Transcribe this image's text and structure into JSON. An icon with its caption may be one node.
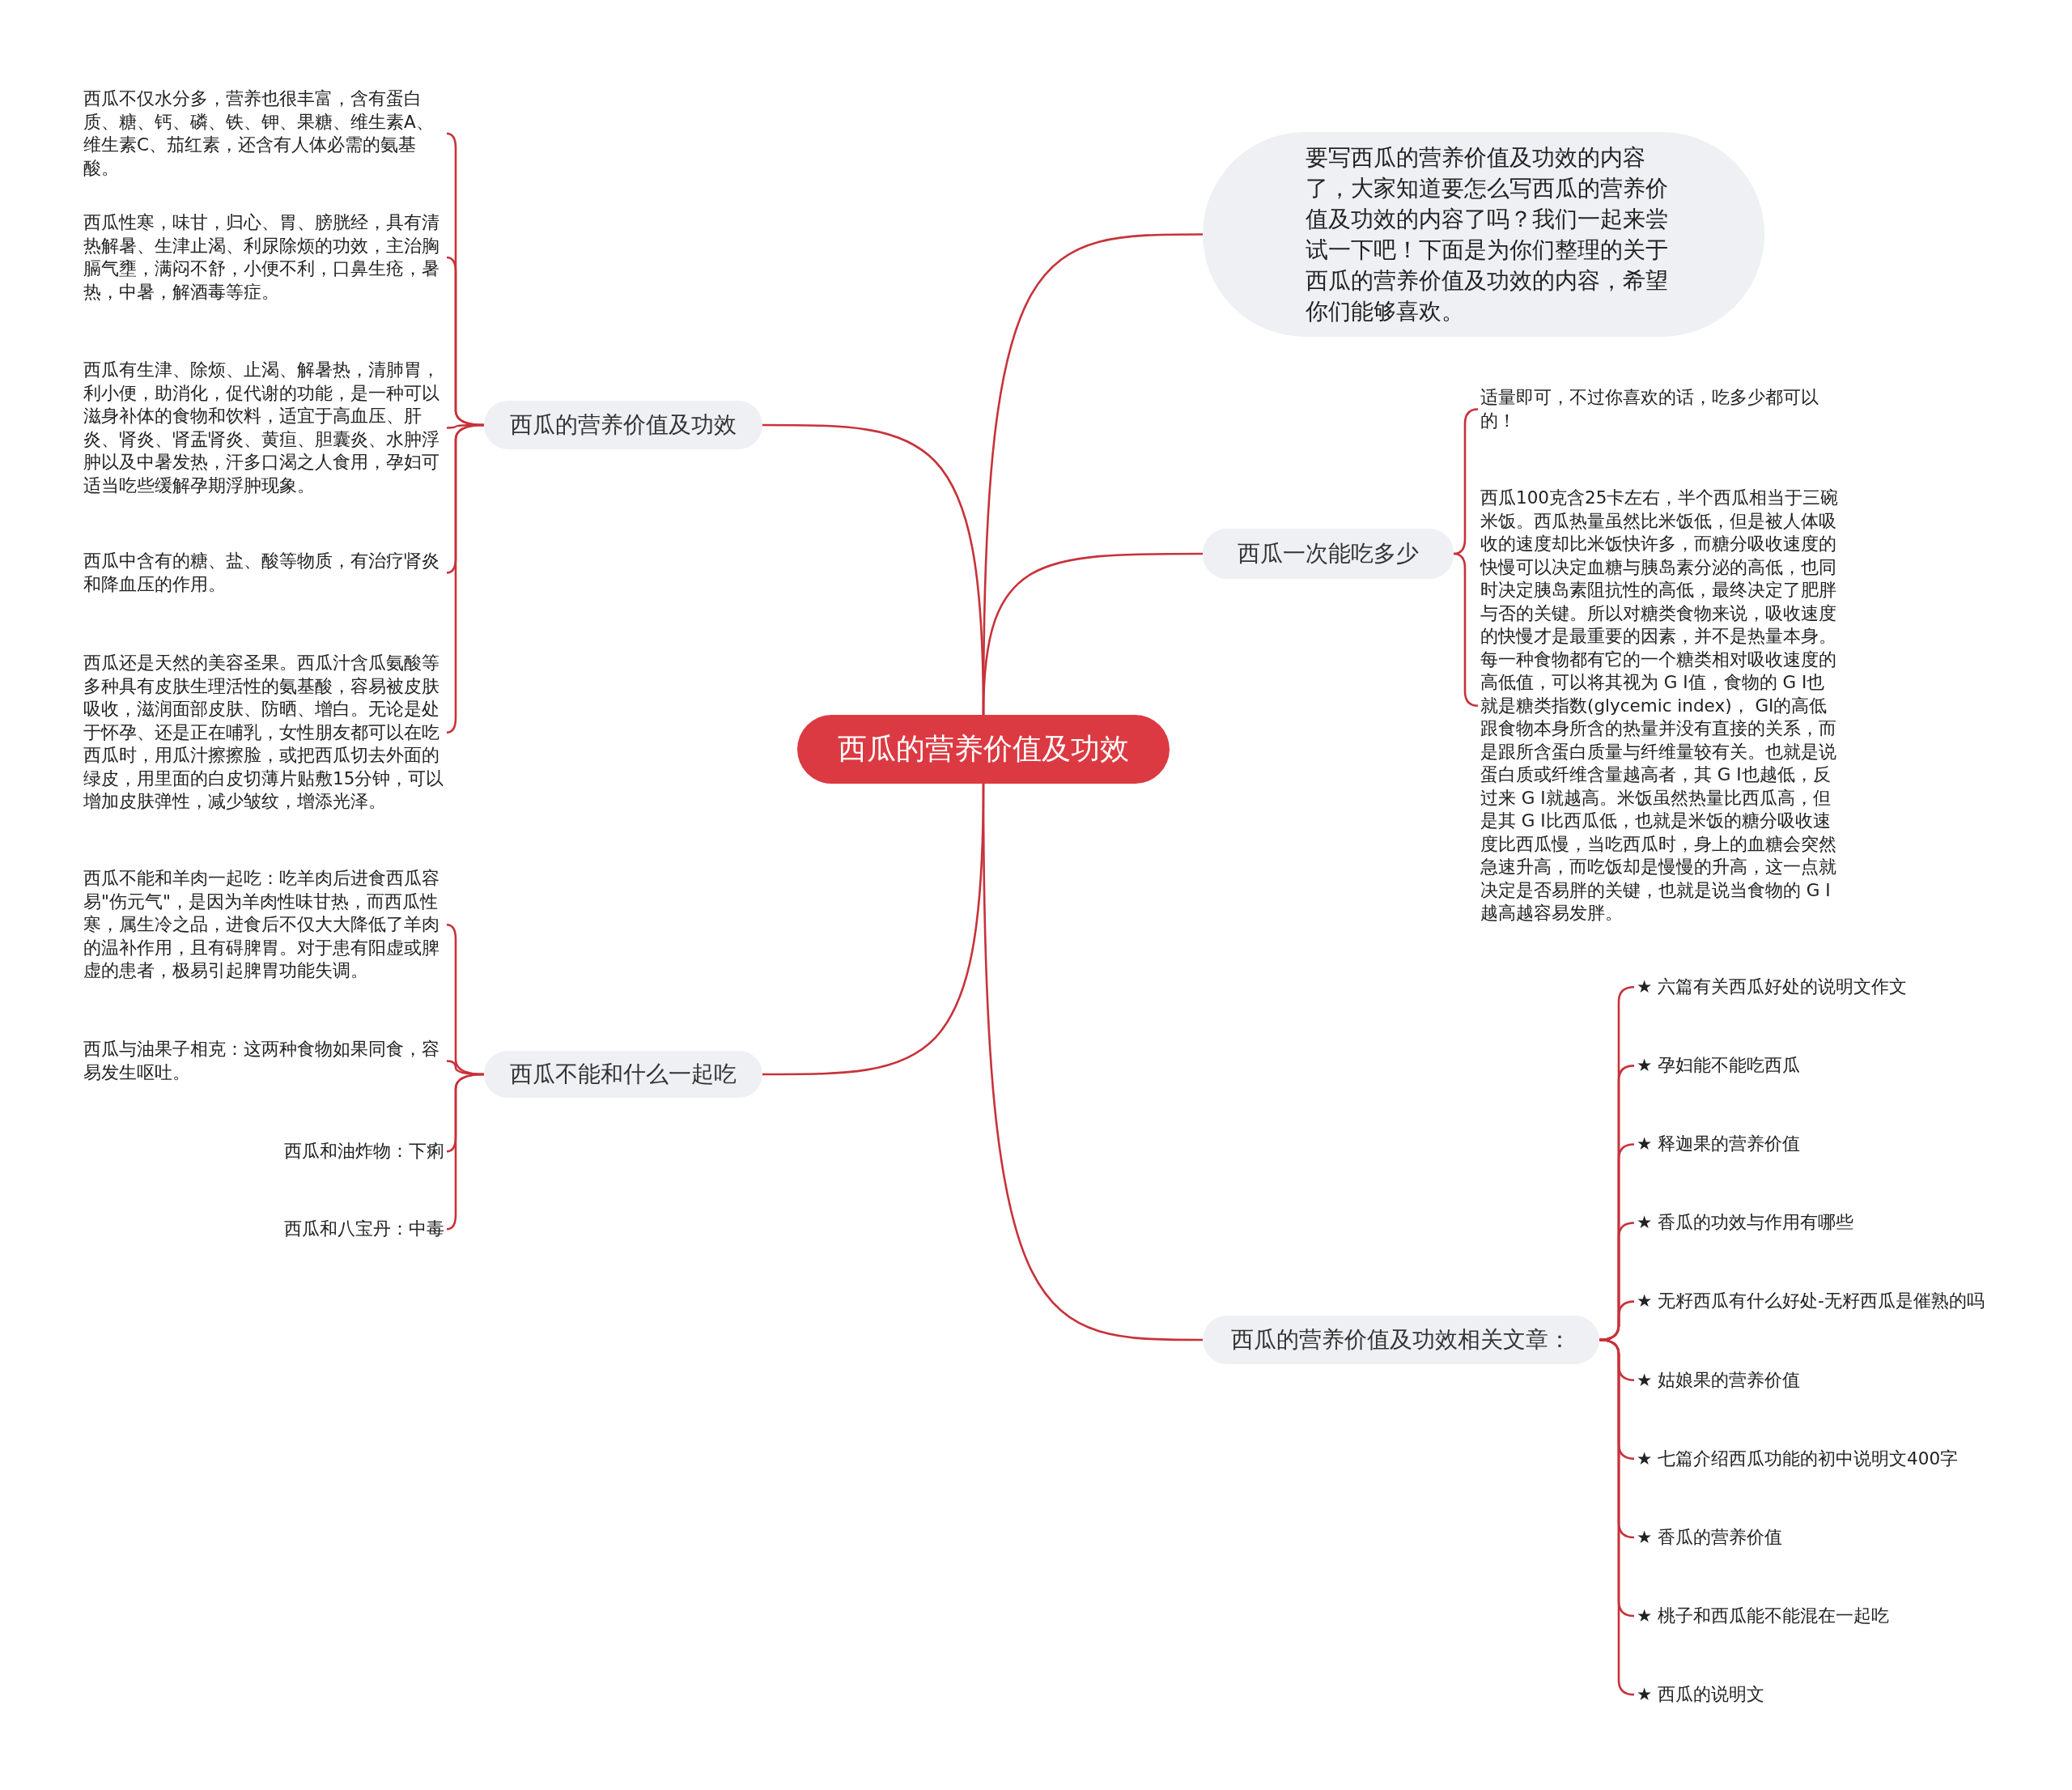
{
  "diagram": {
    "nodes": [
      {
        "text": [
          "西瓜的营养价值及功效"
        ]
      },
      {
        "text": [
          "西瓜的营养价值及功效"
        ]
      },
      {
        "text": [
          "西瓜不仅水分多，营养也很丰富，含有蛋白质、糖、钙、磷、铁、钾、果糖、维生素A、维生素C、茄红素，还含有人体必需的氨基酸。"
        ]
      },
      {
        "text": [
          "西瓜性寒，味甘，归心、胃、膀胱经，具有清热解暑、生津止渴、利尿除烦的功效，主治胸膈气壅，满闷不舒，小便不利，口鼻生疮，暑热，中暑，解酒毒等症。"
        ]
      },
      {
        "text": [
          "西瓜有生津、除烦、止渴、解暑热，清肺胃，利小便，助消化，促代谢的功能，是一种可以滋身补体的食物和饮料，适宜于高血压、肝炎、肾炎、肾盂肾炎、黄疸、胆囊炎、水肿浮肿以及中暑发热，汗多口渴之人食用，孕妇可适当吃些缓解孕期浮肿现象。"
        ]
      },
      {
        "text": [
          "西瓜中含有的糖、盐、酸等物质，有治疗肾炎和降血压的作用。"
        ]
      },
      {
        "text": [
          "西瓜还是天然的美容圣果。西瓜汁含瓜氨酸等多种具有皮肤生理活性的氨基酸，容易被皮肤吸收，滋润面部皮肤、防晒、增白。无论是处于怀孕、还是正在哺乳，女性朋友都可以在吃西瓜时，用瓜汁擦擦脸，或把西瓜切去外面的绿皮，用里面的白皮切薄片贴敷15分钟，可以增加皮肤弹性，减少皱纹，增添光泽。"
        ]
      },
      {
        "text": [
          "西瓜不能和什么一起吃"
        ]
      },
      {
        "text": [
          "西瓜不能和羊肉一起吃：吃羊肉后进食西瓜容易\"伤元气\"，是因为羊肉性味甘热，而西瓜性寒，属生冷之品，进食后不仅大大降低了羊肉的温补作用，且有碍脾胃。对于患有阳虚或脾虚的患者，极易引起脾胃功能失调。"
        ]
      },
      {
        "text": [
          "西瓜与油果子相克：这两种食物如果同食，容易发生呕吐。"
        ]
      },
      {
        "text": [
          "西瓜和油炸物：下痢"
        ]
      },
      {
        "text": [
          "西瓜和八宝丹：中毒"
        ]
      },
      {
        "text": [
          "要写西瓜的营养价值及功效的内容了，大家知道要怎么写西瓜的营养价值及功效的内容了吗？我们一起来尝试一下吧！下面是为你们整理的关于西瓜的营养价值及功效的内容，希望你们能够喜欢。"
        ]
      },
      {
        "text": [
          "西瓜一次能吃多少"
        ]
      },
      {
        "text": [
          "适量即可，不过你喜欢的话，吃多少都可以的！"
        ]
      },
      {
        "text": [
          "西瓜100克含25卡左右，半个西瓜相当于三碗米饭。西瓜热量虽然比米饭低，但是被人体吸收的速度却比米饭快许多，而糖分吸收速度的快慢可以决定血糖与胰岛素分泌的高低，也同时决定胰岛素阻抗性的高低，最终决定了肥胖与否的关键。所以对糖类食物来说，吸收速度的快慢才是最重要的因素，并不是热量本身。每一种食物都有它的一个糖类相对吸收速度的高低值，可以将其视为 G I值，食物的 G I也就是糖类指数(glycemic index)， GI的高低跟食物本身所含的热量并没有直接的关系，而是跟所含蛋白质量与纤维量较有关。也就是说蛋白质或纤维含量越高者，其 G I也越低，反过来 G I就越高。米饭虽然热量比西瓜高，但是其 G I比西瓜低，也就是米饭的糖分吸收速度比西瓜慢，当吃西瓜时，身上的血糖会突然急速升高，而吃饭却是慢慢的升高，这一点就决定是否易胖的关键，也就是说当食物的 G I越高越容易发胖。"
        ]
      },
      {
        "text": [
          "西瓜的营养价值及功效相关文章："
        ]
      },
      {
        "text": [
          "★ 六篇有关西瓜好处的说明文作文"
        ]
      },
      {
        "text": [
          "★ 孕妇能不能吃西瓜"
        ]
      },
      {
        "text": [
          "★ 释迦果的营养价值"
        ]
      },
      {
        "text": [
          "★ 香瓜的功效与作用有哪些"
        ]
      },
      {
        "text": [
          "★ 无籽西瓜有什么好处-无籽西瓜是催熟的吗"
        ]
      },
      {
        "text": [
          "★ 姑娘果的营养价值"
        ]
      },
      {
        "text": [
          "★ 七篇介绍西瓜功能的初中说明文400字"
        ]
      },
      {
        "text": [
          "★ 香瓜的营养价值"
        ]
      },
      {
        "text": [
          "★ 桃子和西瓜能不能混在一起吃"
        ]
      },
      {
        "text": [
          "★ 西瓜的说明文"
        ]
      }
    ],
    "edges": [
      {
        "from": 0,
        "to": 1,
        "arrow": "none"
      },
      {
        "from": 1,
        "to": 2,
        "arrow": "none"
      },
      {
        "from": 1,
        "to": 3,
        "arrow": "none"
      },
      {
        "from": 1,
        "to": 4,
        "arrow": "none"
      },
      {
        "from": 1,
        "to": 5,
        "arrow": "none"
      },
      {
        "from": 1,
        "to": 6,
        "arrow": "none"
      },
      {
        "from": 0,
        "to": 7,
        "arrow": "none"
      },
      {
        "from": 7,
        "to": 8,
        "arrow": "none"
      },
      {
        "from": 7,
        "to": 9,
        "arrow": "none"
      },
      {
        "from": 7,
        "to": 10,
        "arrow": "none"
      },
      {
        "from": 7,
        "to": 11,
        "arrow": "none"
      },
      {
        "from": 0,
        "to": 12,
        "arrow": "none"
      },
      {
        "from": 0,
        "to": 13,
        "arrow": "none"
      },
      {
        "from": 13,
        "to": 14,
        "arrow": "none"
      },
      {
        "from": 13,
        "to": 15,
        "arrow": "none"
      },
      {
        "from": 0,
        "to": 16,
        "arrow": "none"
      },
      {
        "from": 16,
        "to": 17,
        "arrow": "none"
      },
      {
        "from": 16,
        "to": 18,
        "arrow": "none"
      },
      {
        "from": 16,
        "to": 19,
        "arrow": "none"
      },
      {
        "from": 16,
        "to": 20,
        "arrow": "none"
      },
      {
        "from": 16,
        "to": 21,
        "arrow": "none"
      },
      {
        "from": 16,
        "to": 22,
        "arrow": "none"
      },
      {
        "from": 16,
        "to": 23,
        "arrow": "none"
      },
      {
        "from": 16,
        "to": 24,
        "arrow": "none"
      },
      {
        "from": 16,
        "to": 25,
        "arrow": "none"
      },
      {
        "from": 16,
        "to": 26,
        "arrow": "none"
      }
    ]
  }
}
